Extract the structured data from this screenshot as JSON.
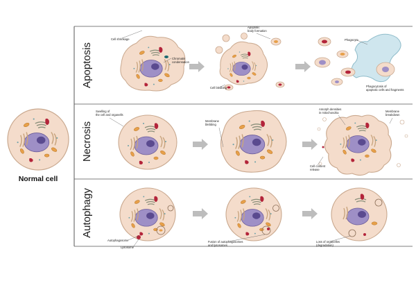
{
  "colors": {
    "cytoplasm": "#f4dccb",
    "membrane": "#c9a88e",
    "nucleus": "#9e8fc6",
    "nucleolus": "#5a4a8f",
    "mitochondria": "#e7a04a",
    "er": "#c8a47d",
    "golgi": "#8a8f7a",
    "lysosome": "#b3243a",
    "phagocyte": "#cfe6ee",
    "arrow": "#bdbdbd",
    "frame": "#555555"
  },
  "icons": [
    "arrow-right-icon"
  ],
  "normal_cell": {
    "title": "Normal cell"
  },
  "rows": [
    {
      "key": "apoptosis",
      "title": "Apoptosis",
      "labels": {
        "cell_shrinkage": "Cell shrinkage",
        "chromatin": "Chromatin\ncondensation",
        "cell_blebbing": "Cell blebbing",
        "apoptotic_body": "Apoptotic\nbody formation",
        "phagocyte": "Phagocyte",
        "phagocytosis": "Phagocytosis of\napoptotic cells and fragments"
      }
    },
    {
      "key": "necrosis",
      "title": "Necrosis",
      "labels": {
        "swelling": "Swelling of\nthe cell and organells",
        "membrane_blebbing": "Membrane\nblebbing",
        "amorph": "Amorph densities\nin mitochondria",
        "membrane_breakdown": "Membrane\nbreakdown",
        "content_release": "Cell content\nrelease"
      }
    },
    {
      "key": "autophagy",
      "title": "Autophagy",
      "labels": {
        "autophagosome": "Autophagosome",
        "lysosome": "Lysosome",
        "fusion": "Fusion of autophagosomes\nand lysosomes",
        "loss": "Loss of organelles\n(degradation)"
      }
    }
  ]
}
